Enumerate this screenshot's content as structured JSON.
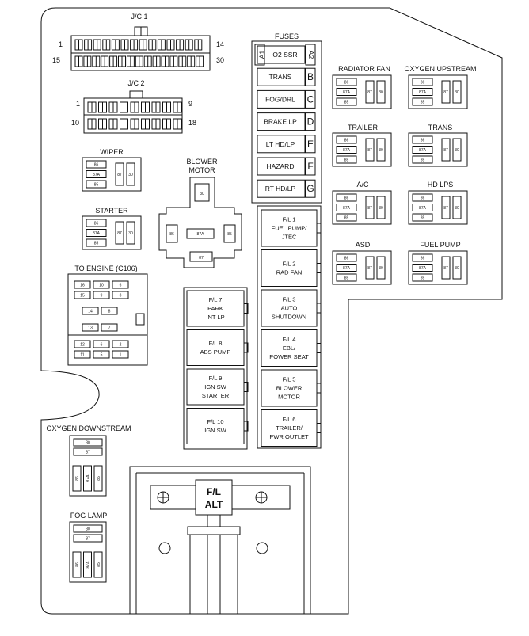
{
  "jc1": {
    "title": "J/C 1",
    "pin_1": "1",
    "pin_14": "14",
    "pin_15": "15",
    "pin_30": "30"
  },
  "jc2": {
    "title": "J/C 2",
    "pin_1": "1",
    "pin_9": "9",
    "pin_10": "10",
    "pin_18": "18"
  },
  "fuses": {
    "title": "FUSES",
    "rows": [
      {
        "label": "O2 SSR",
        "left": "A1",
        "right": "A2"
      },
      {
        "label": "TRANS",
        "letter": "B"
      },
      {
        "label": "FOG/DRL",
        "letter": "C"
      },
      {
        "label": "BRAKE LP",
        "letter": "D"
      },
      {
        "label": "LT HD/LP",
        "letter": "E"
      },
      {
        "label": "HAZARD",
        "letter": "F"
      },
      {
        "label": "RT HD/LP",
        "letter": "G"
      }
    ]
  },
  "relays": {
    "radiator_fan": "RADIATOR FAN",
    "oxygen_upstream": "OXYGEN UPSTREAM",
    "trailer": "TRAILER",
    "trans": "TRANS",
    "ac": "A/C",
    "hd_lps": "HD LPS",
    "asd": "ASD",
    "fuel_pump": "FUEL PUMP",
    "wiper": "WIPER",
    "starter": "STARTER",
    "oxygen_downstream": "OXYGEN DOWNSTREAM",
    "fog_lamp": "FOG LAMP"
  },
  "pins": {
    "p86": "86",
    "p87a": "87A",
    "p85": "85",
    "p87": "87",
    "p30": "30"
  },
  "blower": {
    "line1": "BLOWER",
    "line2": "MOTOR",
    "p30": "30",
    "p86": "86",
    "p87a": "87A",
    "p85": "85",
    "p87": "87"
  },
  "to_engine": {
    "title": "TO ENGINE (C106)",
    "rows": [
      [
        "16",
        "10",
        "6"
      ],
      [
        "15",
        "9",
        "3"
      ],
      [
        "14",
        "8"
      ],
      [
        "13",
        "7"
      ],
      [
        "12",
        "6",
        "2"
      ],
      [
        "11",
        "5",
        "1"
      ]
    ]
  },
  "fusible_right": [
    {
      "l1": "F/L 1",
      "l2": "FUEL PUMP/",
      "l3": "JTEC"
    },
    {
      "l1": "F/L 2",
      "l2": "RAD FAN",
      "l3": ""
    },
    {
      "l1": "F/L 3",
      "l2": "AUTO",
      "l3": "SHUTDOWN"
    },
    {
      "l1": "F/L 4",
      "l2": "EBL/",
      "l3": "POWER SEAT"
    },
    {
      "l1": "F/L 5",
      "l2": "BLOWER",
      "l3": "MOTOR"
    },
    {
      "l1": "F/L 6",
      "l2": "TRAILER/",
      "l3": "PWR OUTLET"
    }
  ],
  "fusible_left": [
    {
      "l1": "F/L 7",
      "l2": "PARK",
      "l3": "INT LP"
    },
    {
      "l1": "F/L 8",
      "l2": "ABS PUMP",
      "l3": ""
    },
    {
      "l1": "F/L 9",
      "l2": "IGN SW",
      "l3": "STARTER"
    },
    {
      "l1": "F/L 10",
      "l2": "IGN SW",
      "l3": ""
    }
  ],
  "alt": {
    "l1": "F/L",
    "l2": "ALT"
  }
}
